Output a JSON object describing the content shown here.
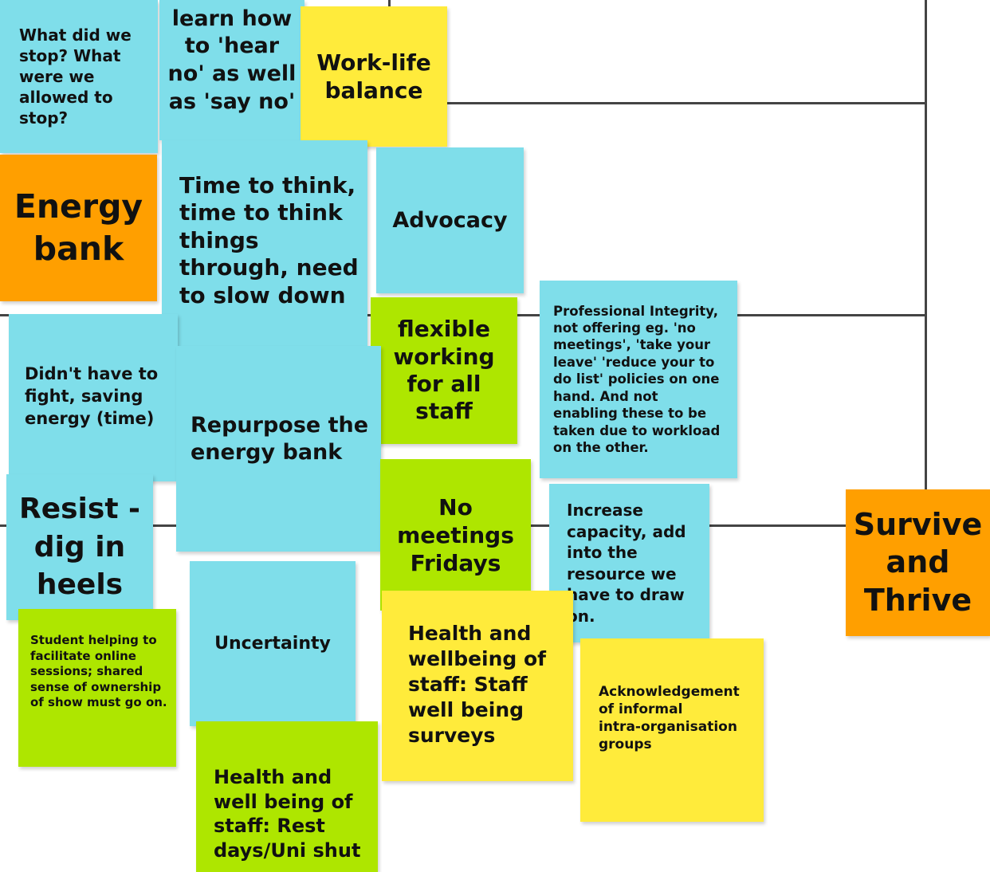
{
  "board": {
    "notes": [
      {
        "text": "What did we\nstop? What\nwere we\nallowed to\nstop?",
        "color": "#7fdeea"
      },
      {
        "text": "learn how\nto 'hear\nno' as well\nas 'say no'",
        "color": "#7fdeea"
      },
      {
        "text": "Work-life\nbalance",
        "color": "#ffeb3b"
      },
      {
        "text": "Energy\nbank",
        "color": "#ff9f00"
      },
      {
        "text": "Time to think,\ntime to think\nthings\nthrough, need\nto slow down",
        "color": "#7fdeea"
      },
      {
        "text": "Advocacy",
        "color": "#7fdeea"
      },
      {
        "text": "flexible\nworking\nfor all\nstaff",
        "color": "#aee600"
      },
      {
        "text": "Professional Integrity,\nnot offering eg. 'no\nmeetings', 'take your\nleave' 'reduce your to\ndo list' policies on one\nhand. And  not\nenabling these to be\ntaken due to workload\non the other.",
        "color": "#7fdeea"
      },
      {
        "text": "Didn't have to\nfight, saving\nenergy (time)",
        "color": "#7fdeea"
      },
      {
        "text": "Repurpose the\nenergy bank",
        "color": "#7fdeea"
      },
      {
        "text": "No\nmeetings\nFridays",
        "color": "#aee600"
      },
      {
        "text": "Increase\ncapacity, add\ninto the\nresource we\nhave to draw\non.",
        "color": "#7fdeea"
      },
      {
        "text": "Resist -\ndig in\nheels",
        "color": "#7fdeea"
      },
      {
        "text": "Survive\nand\nThrive",
        "color": "#ff9f00"
      },
      {
        "text": "Student helping to\nfacilitate online\nsessions; shared\nsense of ownership\nof show must go on.",
        "color": "#aee600"
      },
      {
        "text": "Uncertainty",
        "color": "#7fdeea"
      },
      {
        "text": "Health and\nwellbeing of\nstaff: Staff\nwell being\nsurveys",
        "color": "#ffeb3b"
      },
      {
        "text": "Acknowledgement\nof informal\nintra-organisation\ngroups",
        "color": "#ffeb3b"
      },
      {
        "text": "Health and\nwell being of\nstaff: Rest\ndays/Uni shut",
        "color": "#aee600"
      }
    ]
  }
}
